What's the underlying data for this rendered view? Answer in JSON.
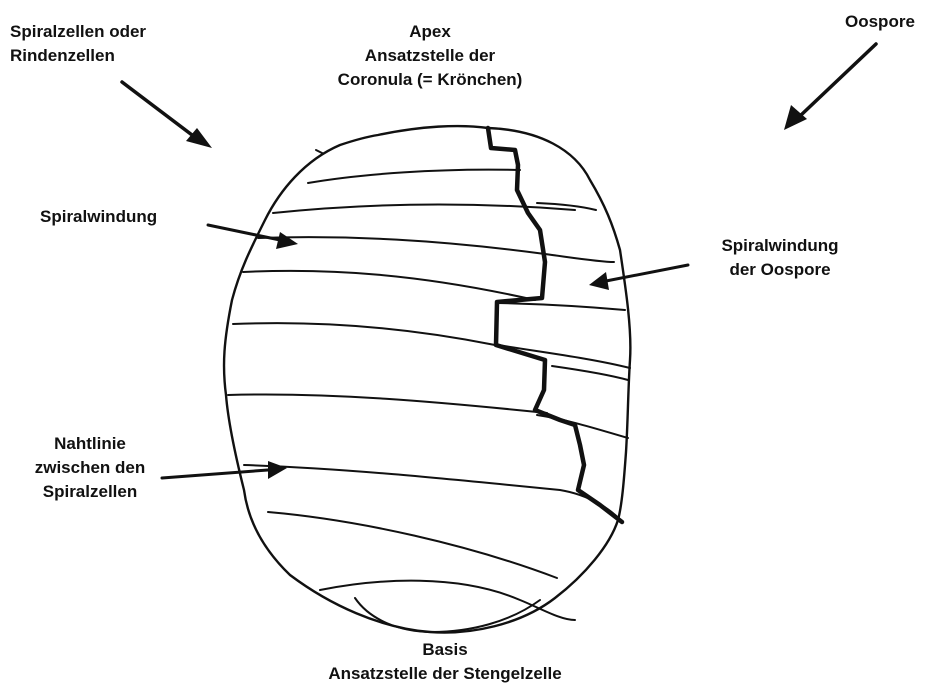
{
  "labels": {
    "spiral_cells": [
      "Spiralzellen oder",
      "Rindenzellen"
    ],
    "apex": [
      "Apex",
      "Ansatzstelle der",
      "Coronula (= Krönchen)"
    ],
    "oospore": "Oospore",
    "spiral_turn": "Spiralwindung",
    "spiral_turn_oospore": [
      "Spiralwindung",
      "der Oospore"
    ],
    "suture_line": [
      "Nahtlinie",
      "zwischen den",
      "Spiralzellen"
    ],
    "base": [
      "Basis",
      "Ansatzstelle der Stengelzelle"
    ]
  },
  "colors": {
    "ink": "#111111",
    "background": "#ffffff"
  }
}
